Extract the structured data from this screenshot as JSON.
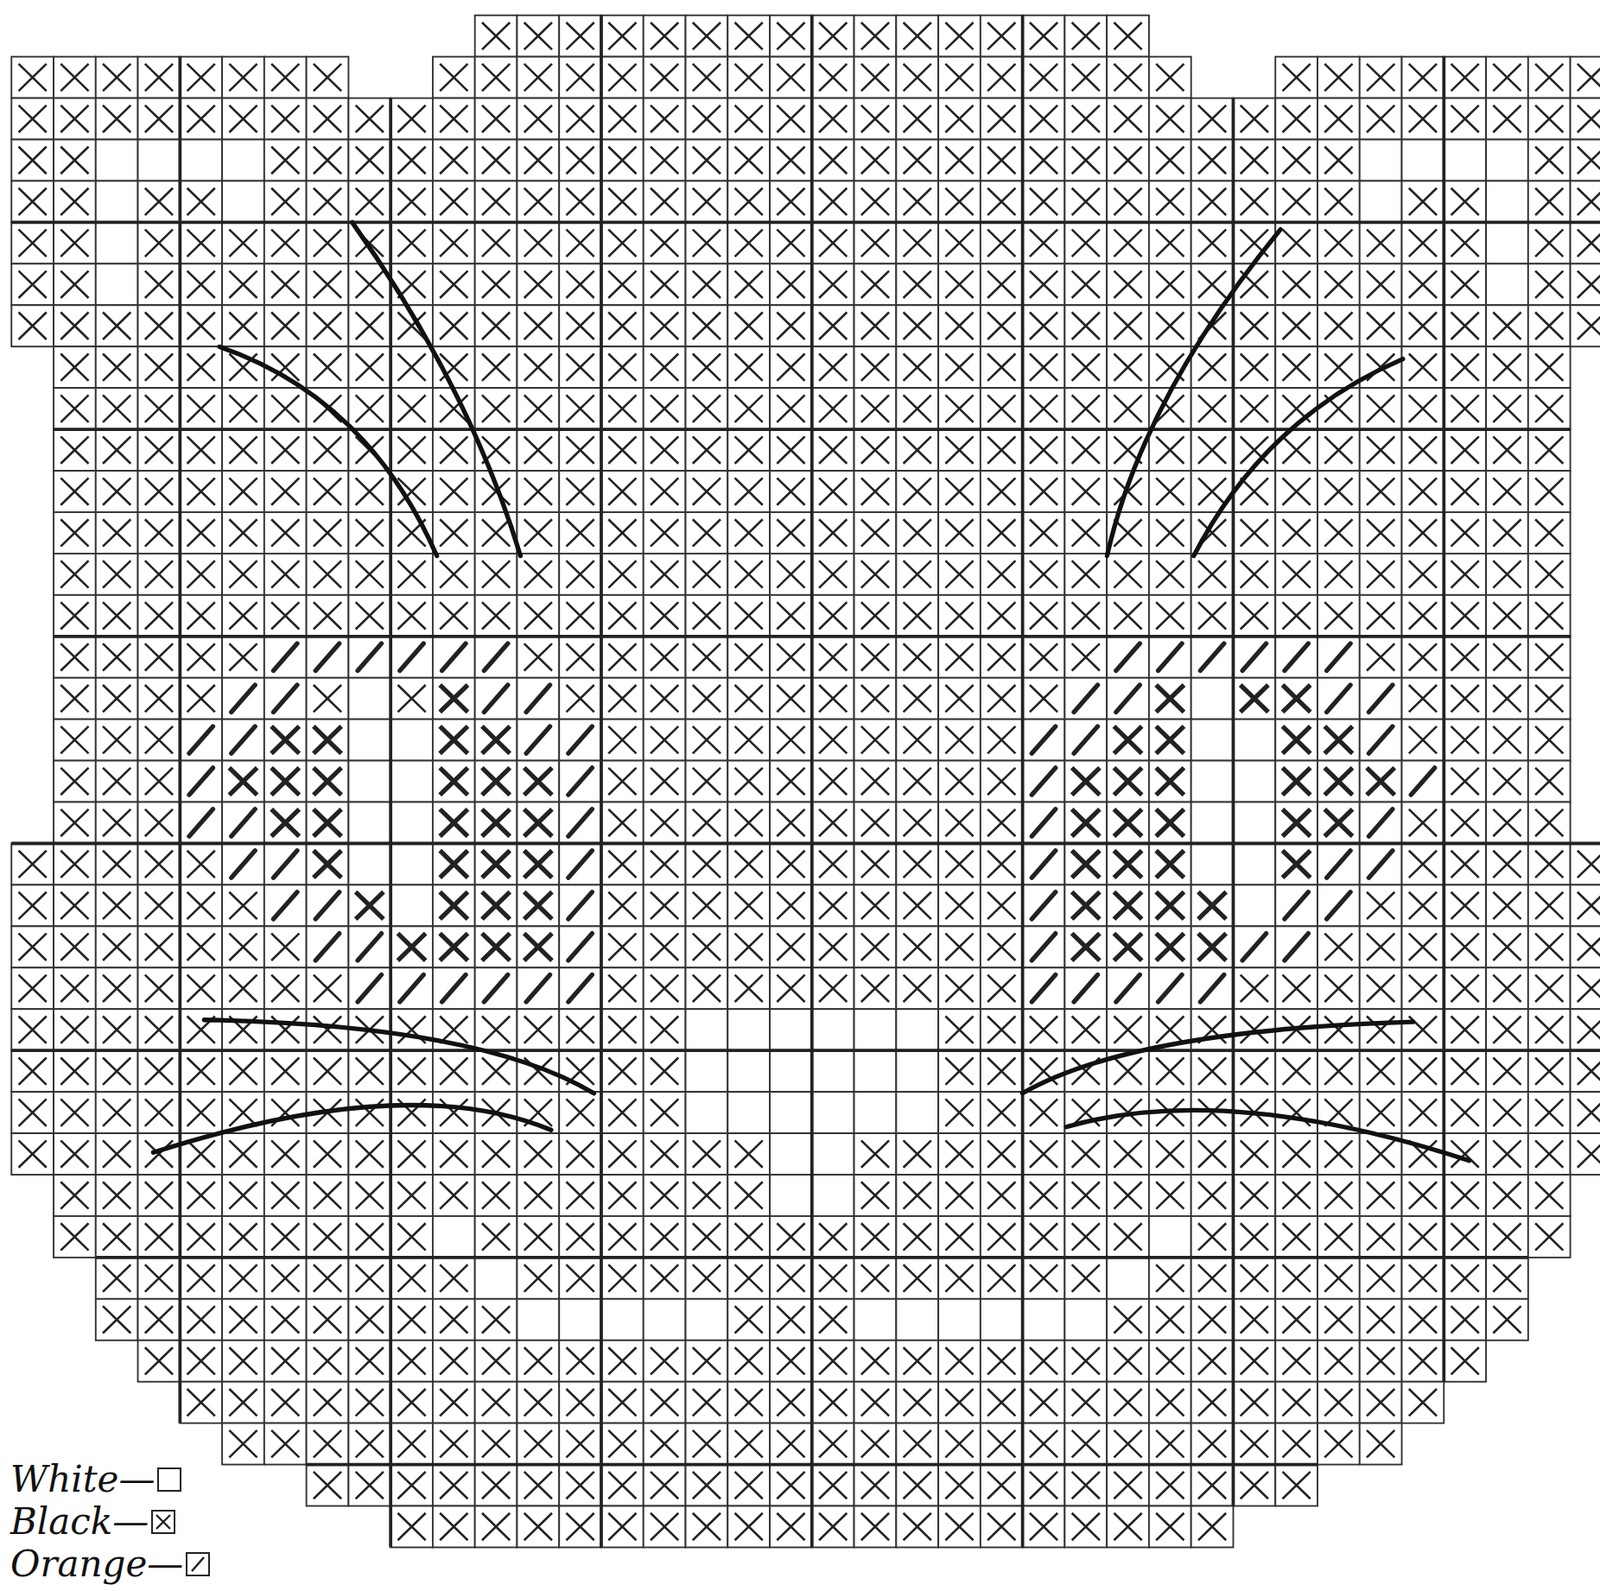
{
  "diagram": {
    "legend": [
      {
        "text": "White—"
      },
      {
        "text": "Black—"
      },
      {
        "text": "Orange—"
      }
    ]
  }
}
